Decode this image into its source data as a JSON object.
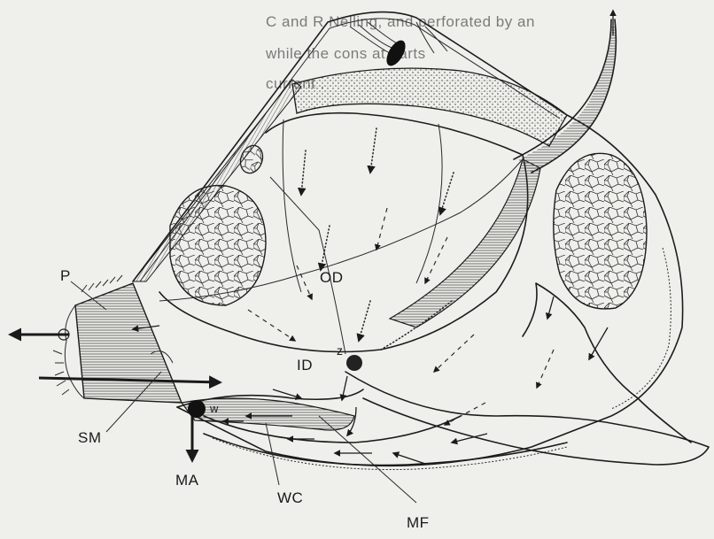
{
  "header_text": {
    "line1": "C and R  Nelling, and  perforated  by  an",
    "line2": "while  the  cons              at  parts",
    "line3": "current  ."
  },
  "labels": {
    "od": "OD",
    "id": "ID",
    "z": "z",
    "p": "P",
    "w": "w",
    "sm": "SM",
    "ma": "MA",
    "wc": "WC",
    "mf": "MF"
  },
  "colors": {
    "background": "#efefeb",
    "ink": "#1c1c1c"
  }
}
